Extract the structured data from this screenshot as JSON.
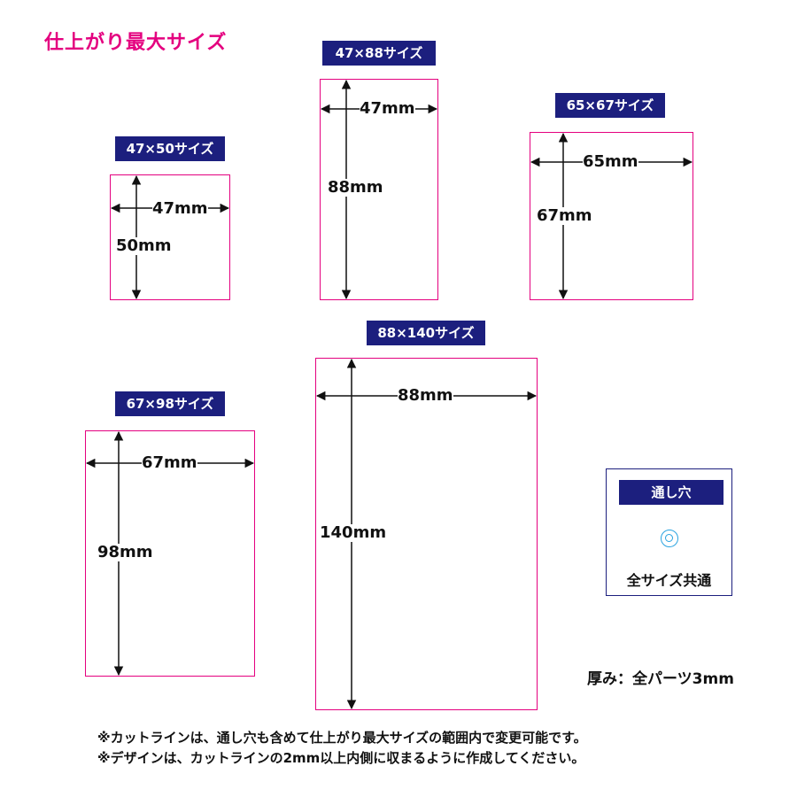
{
  "title": "仕上がり最大サイズ",
  "sizes": [
    {
      "badge": "47×50サイズ",
      "width_label": "47mm",
      "height_label": "50mm"
    },
    {
      "badge": "47×88サイズ",
      "width_label": "47mm",
      "height_label": "88mm"
    },
    {
      "badge": "65×67サイズ",
      "width_label": "65mm",
      "height_label": "67mm"
    },
    {
      "badge": "67×98サイズ",
      "width_label": "67mm",
      "height_label": "98mm"
    },
    {
      "badge": "88×140サイズ",
      "width_label": "88mm",
      "height_label": "140mm"
    }
  ],
  "hole": {
    "title": "通し穴",
    "common": "全サイズ共通"
  },
  "thickness": "厚み：全パーツ3mm",
  "notes": [
    "※カットラインは、通し穴も含めて仕上がり最大サイズの範囲内で変更可能です。",
    "※デザインは、カットラインの2mm以上内側に収まるように作成してください。"
  ],
  "colors": {
    "accent": "#e4007f",
    "badge_bg": "#1c1f7e",
    "hole_icon": "#29a3e0"
  }
}
